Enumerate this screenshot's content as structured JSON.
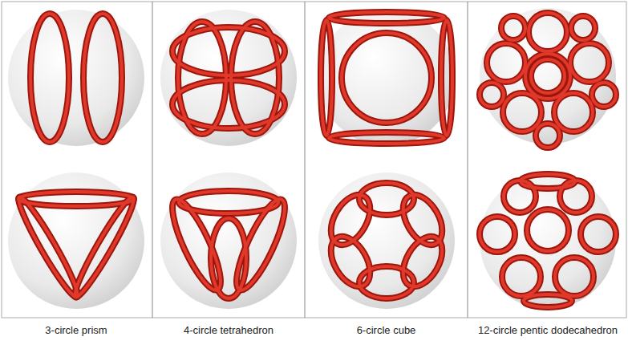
{
  "diagram": {
    "labels": [
      "3-circle prism",
      "4-circle tetrahedron",
      "6-circle cube",
      "12-circle pentic dodecahedron"
    ]
  }
}
